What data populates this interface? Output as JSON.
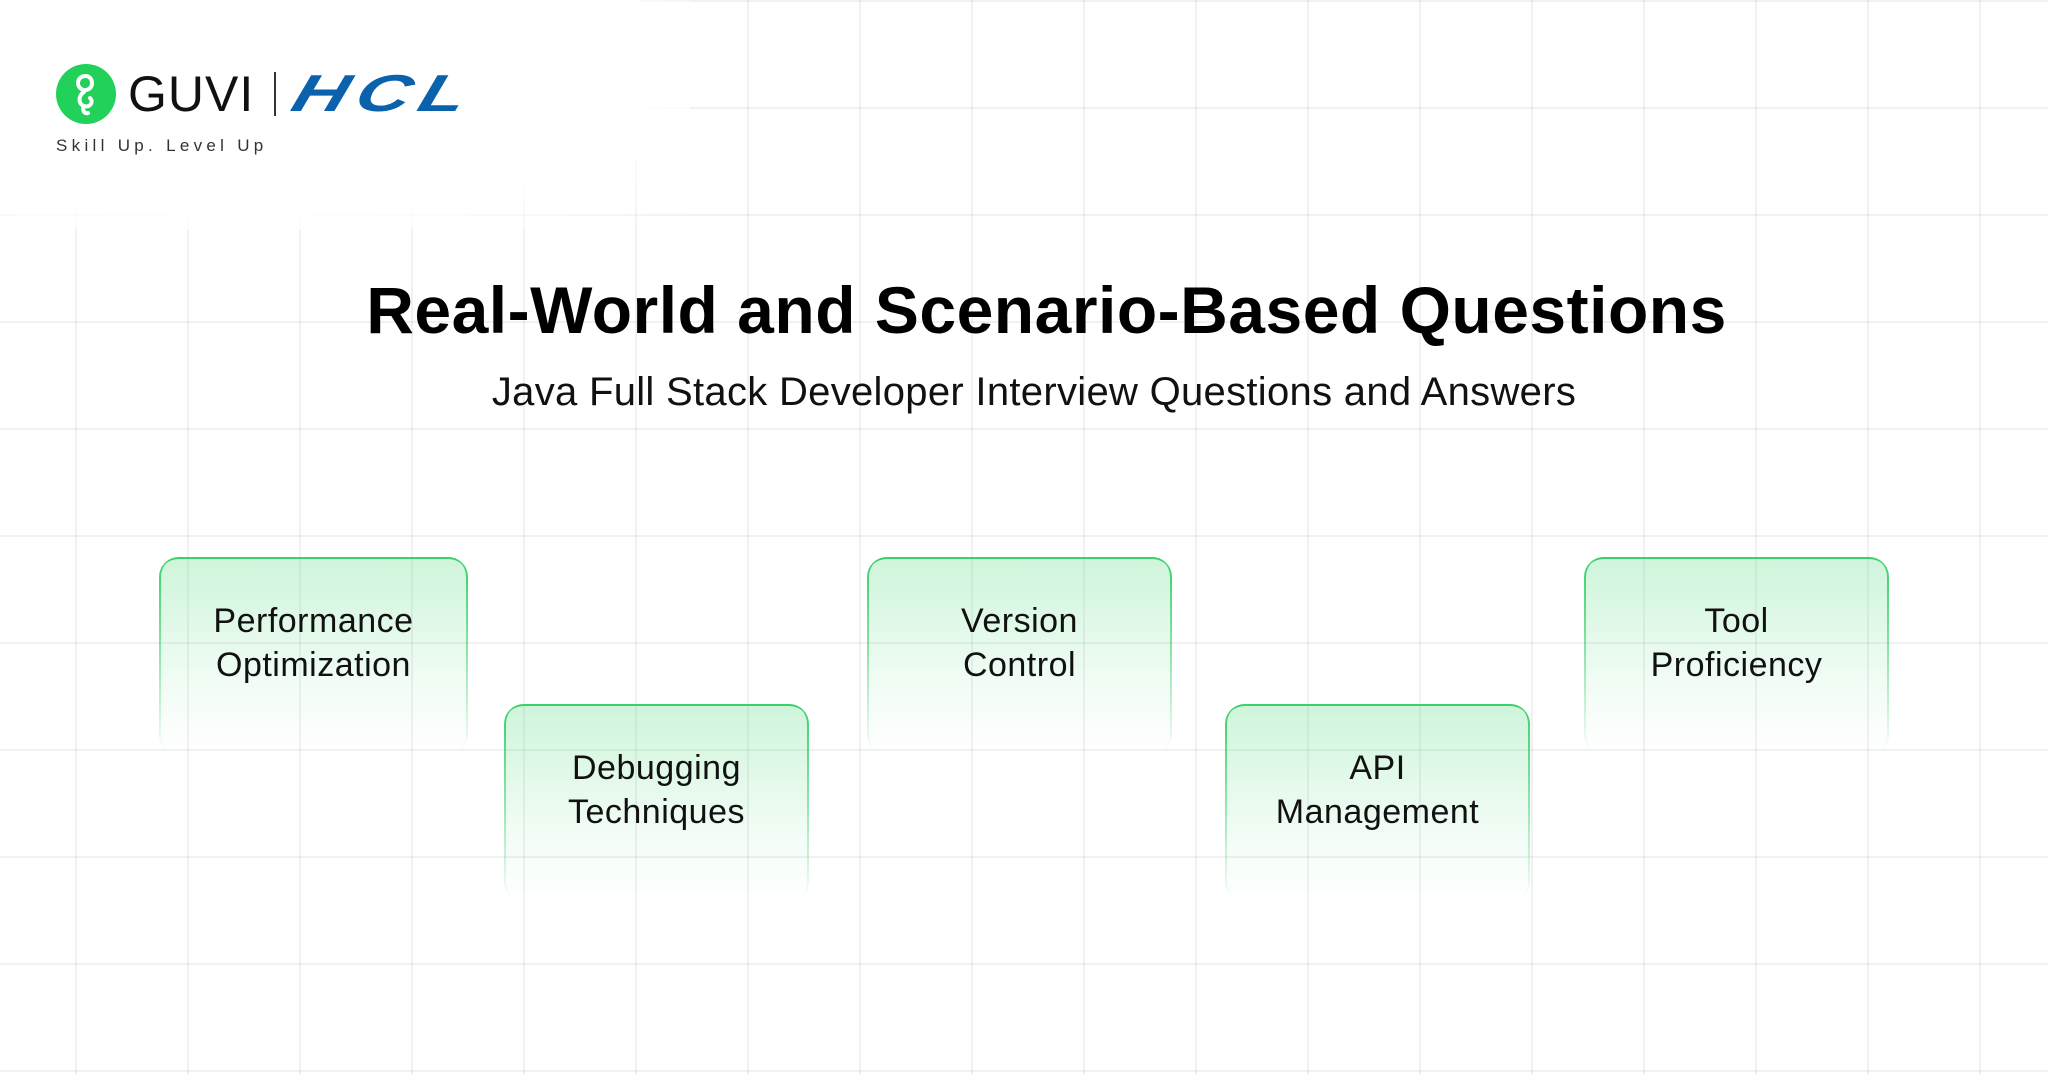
{
  "brand": {
    "primary_logo": "GUVI",
    "partner_logo": "HCL",
    "tagline": "Skill Up. Level Up",
    "colors": {
      "guvi_green": "#22d15a",
      "hcl_blue": "#0a62ad"
    }
  },
  "header": {
    "title": "Real-World and Scenario-Based Questions",
    "subtitle": "Java Full Stack Developer Interview Questions and Answers"
  },
  "cards": [
    {
      "label": "Performance\nOptimization"
    },
    {
      "label": "Debugging\nTechniques"
    },
    {
      "label": "Version\nControl"
    },
    {
      "label": "API\nManagement"
    },
    {
      "label": "Tool\nProficiency"
    }
  ],
  "theme": {
    "card_border": "#3ad06a",
    "card_fill": "#d6f6e1",
    "grid_line": "#eeeeee",
    "text": "#111111"
  }
}
